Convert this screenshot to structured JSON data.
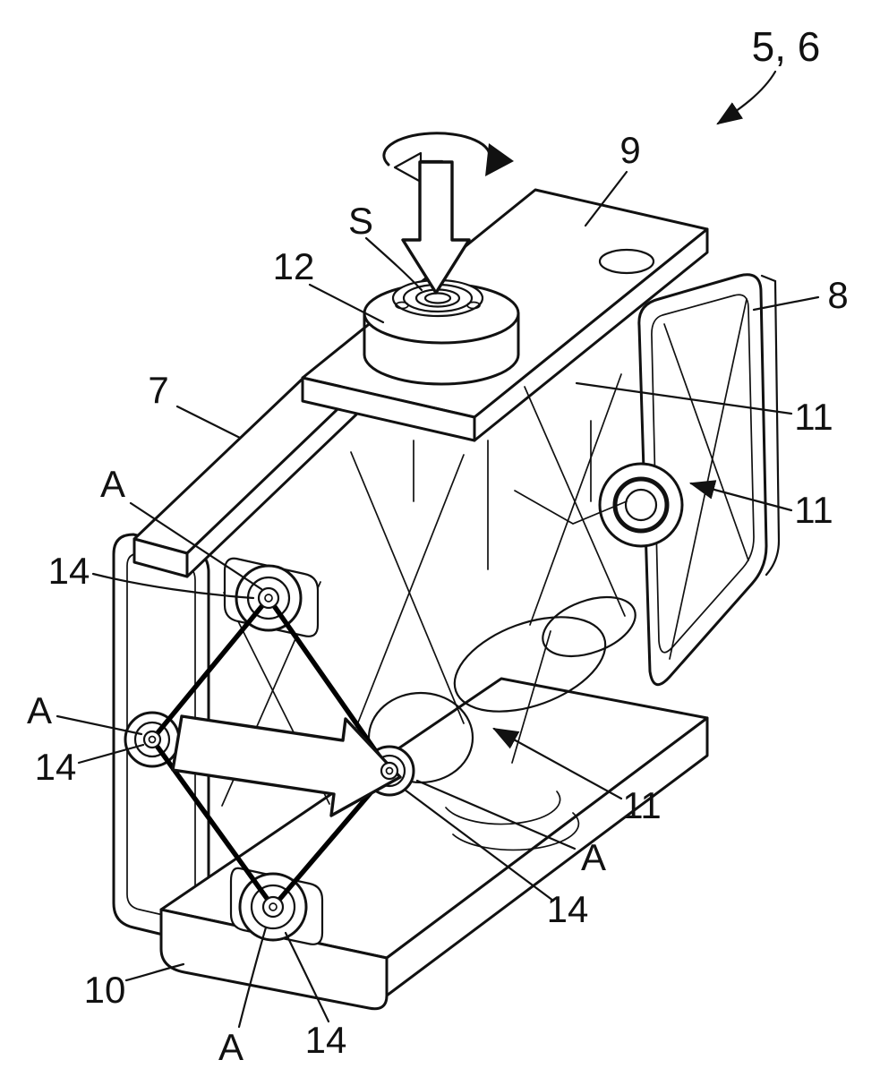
{
  "figure": {
    "background": "#ffffff",
    "line_color": "#111111",
    "linkage_color": "#000000"
  },
  "labels": {
    "figure_ref": "5, 6",
    "ref_9": "9",
    "ref_S": "S",
    "ref_12": "12",
    "ref_8": "8",
    "ref_7": "7",
    "ref_11_upper": "11",
    "ref_11_right": "11",
    "ref_11_lower": "11",
    "ref_A_upper": "A",
    "ref_14_upper": "14",
    "ref_A_left": "A",
    "ref_14_left": "14",
    "ref_A_center": "A",
    "ref_14_center": "14",
    "ref_10": "10",
    "ref_A_bottom": "A",
    "ref_14_bottom": "14"
  }
}
